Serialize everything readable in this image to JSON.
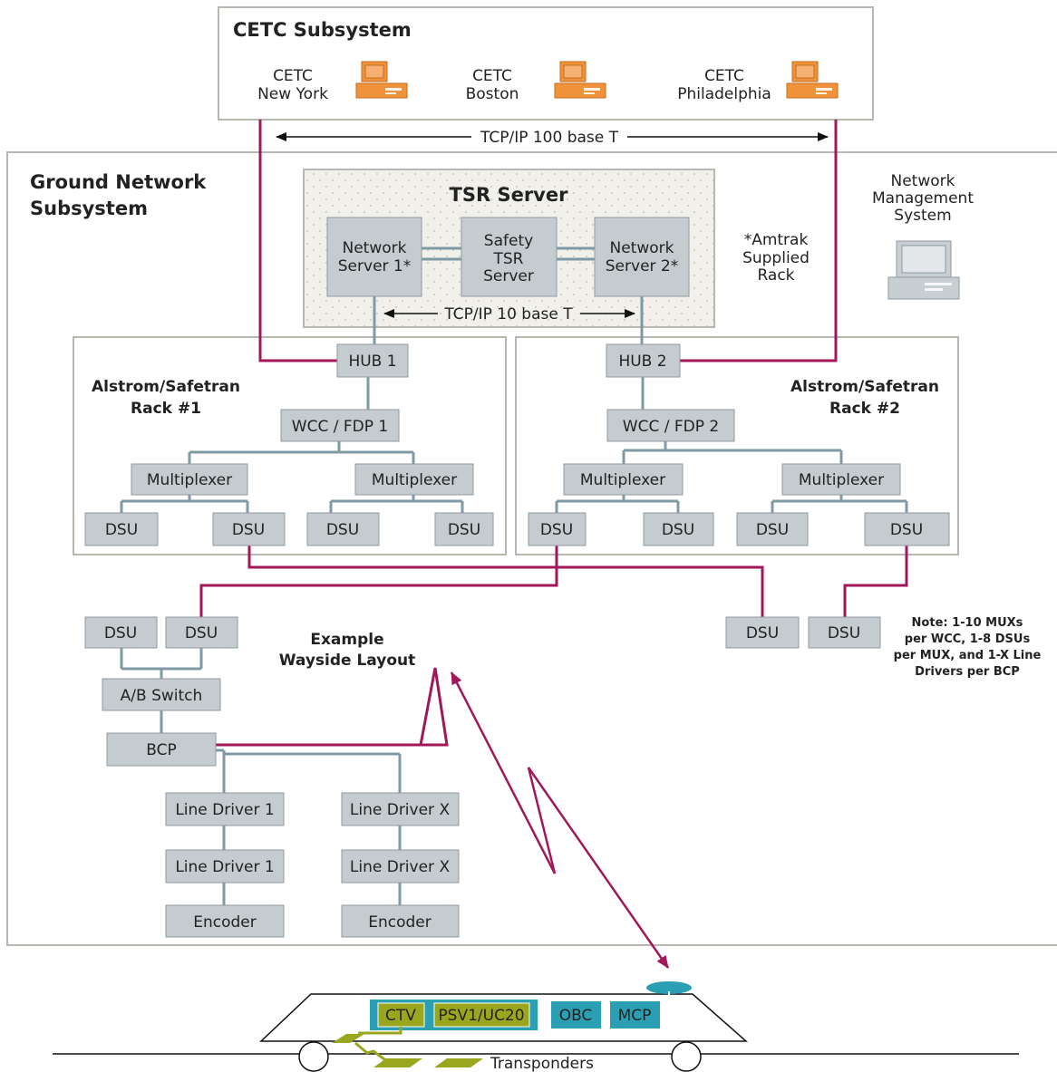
{
  "cetc": {
    "title": "CETC Subsystem",
    "ny_l1": "CETC",
    "ny_l2": "New York",
    "bos_l1": "CETC",
    "bos_l2": "Boston",
    "phl_l1": "CETC",
    "phl_l2": "Philadelphia",
    "link": "TCP/IP 100 base T"
  },
  "ground": {
    "title_l1": "Ground Network",
    "title_l2": "Subsystem"
  },
  "tsr": {
    "title": "TSR Server",
    "ns1_l1": "Network",
    "ns1_l2": "Server 1*",
    "safety_l1": "Safety",
    "safety_l2": "TSR",
    "safety_l3": "Server",
    "ns2_l1": "Network",
    "ns2_l2": "Server 2*",
    "link": "TCP/IP 10 base T"
  },
  "amtrak": {
    "l1": "*Amtrak",
    "l2": "Supplied",
    "l3": "Rack"
  },
  "nms": {
    "l1": "Network",
    "l2": "Management",
    "l3": "System"
  },
  "rack1": {
    "label_l1": "Alstrom/Safetran",
    "label_l2": "Rack #1",
    "hub": "HUB 1",
    "wcc": "WCC / FDP 1",
    "mux_a": "Multiplexer",
    "mux_b": "Multiplexer",
    "dsu": [
      "DSU",
      "DSU",
      "DSU",
      "DSU"
    ]
  },
  "rack2": {
    "label_l1": "Alstrom/Safetran",
    "label_l2": "Rack #2",
    "hub": "HUB 2",
    "wcc": "WCC / FDP 2",
    "mux_a": "Multiplexer",
    "mux_b": "Multiplexer",
    "dsu": [
      "DSU",
      "DSU",
      "DSU",
      "DSU"
    ]
  },
  "wayside": {
    "label_l1": "Example",
    "label_l2": "Wayside Layout",
    "dsu_a": "DSU",
    "dsu_b": "DSU",
    "ab_switch": "A/B Switch",
    "bcp": "BCP",
    "ld1_a": "Line Driver 1",
    "ld1_b": "Line Driver 1",
    "ldx_a": "Line Driver X",
    "ldx_b": "Line Driver X",
    "enc_a": "Encoder",
    "enc_b": "Encoder",
    "dsu_c": "DSU",
    "dsu_d": "DSU"
  },
  "note": {
    "l1": "Note: 1-10 MUXs",
    "l2": "per WCC, 1-8 DSUs",
    "l3": "per MUX, and 1-X Line",
    "l4": "Drivers per BCP"
  },
  "train": {
    "ctv": "CTV",
    "psv": "PSV1/UC20",
    "obc": "OBC",
    "mcp": "MCP",
    "transponders": "Transponders"
  },
  "colors": {
    "box_fill": "#c5ccd0",
    "connector_blue": "#7f9aa5",
    "link_magenta": "#a0185a",
    "computer_orange": "#f0923a",
    "train_teal": "#2b9fb3",
    "train_olive": "#9aa61e"
  }
}
